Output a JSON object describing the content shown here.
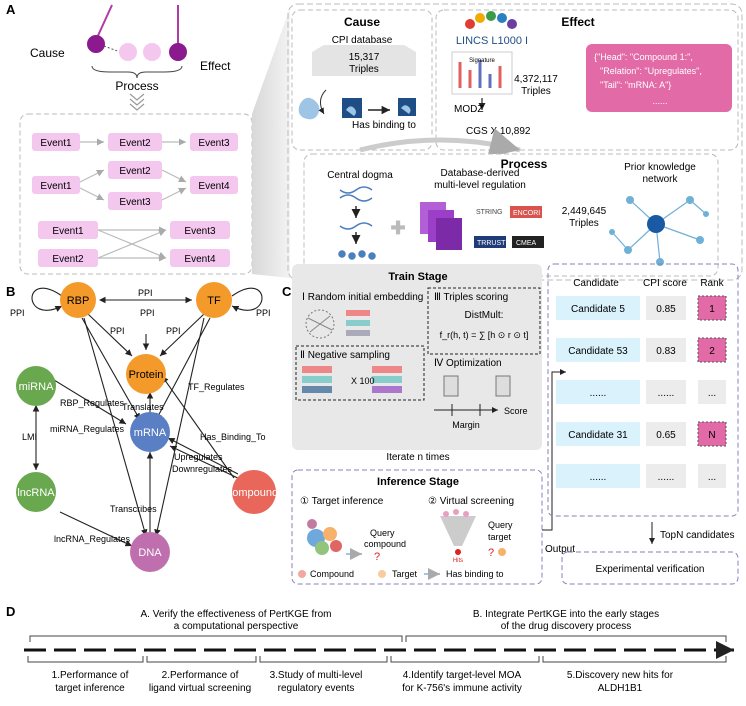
{
  "panel_labels": {
    "a": "A",
    "b": "B",
    "c": "C",
    "d": "D"
  },
  "panel_a": {
    "cause_label": "Cause",
    "effect_label": "Effect",
    "process_label": "Process",
    "events": {
      "e1": "Event1",
      "e2": "Event2",
      "e3": "Event3",
      "e4": "Event1",
      "e5": "Event2",
      "e6": "Event3",
      "e7": "Event4",
      "e8": "Event1",
      "e9": "Event2",
      "e10": "Event3",
      "e11": "Event4"
    },
    "cause_box": {
      "title": "Cause",
      "db": "CPI database",
      "count": "15,317",
      "triples": "Triples",
      "binding": "Has binding to"
    },
    "effect_box": {
      "title": "Effect",
      "lincs": "LINCS L1000 I",
      "count": "4,372,117",
      "triples": "Triples",
      "modz": "MODZ",
      "cgs": "CGS X 10,892",
      "signature": "Signature",
      "json_line1": "{\"Head\":   \"Compound 1:\",",
      "json_line2": "\"Relation\": \"Upregulates\",",
      "json_line3": "\"Tail\":   \"mRNA: A\"}",
      "json_line4": "......"
    },
    "process_box": {
      "title": "Process",
      "dogma": "Central dogma",
      "db_line1": "Database-derived",
      "db_line2": "multi-level regulation",
      "count": "2,449,645",
      "triples": "Triples",
      "network_line1": "Prior knowledge",
      "network_line2": "network",
      "logos": {
        "string": "STRING",
        "encori": "ENCORI",
        "trrust": "TRRUST",
        "cmea": "CMEA"
      }
    }
  },
  "panel_b": {
    "nodes": {
      "rbp": "RBP",
      "tf": "TF",
      "protein": "Protein",
      "mirna": "miRNA",
      "mrna": "mRNA",
      "lncrna": "lncRNA",
      "compounds": "Compounds",
      "dna": "DNA"
    },
    "edges": {
      "ppi_left": "PPI",
      "ppi_top": "PPI",
      "ppi_right": "PPI",
      "ppi_rp": "PPI",
      "ppi_mid": "PPI",
      "ppi_tp": "PPI",
      "rbp_reg": "RBP_Regulates",
      "mirna_reg": "miRNA_Regulates",
      "translates": "Translates",
      "tf_reg": "TF_Regulates",
      "binding": "Has_Binding_To",
      "upreg": "Upregulates",
      "downreg": "Downregulates",
      "lmi": "LMI",
      "transcribes": "Transcribes",
      "lnc_reg": "lncRNA_Regulates"
    },
    "colors": {
      "orange": "#f39a2b",
      "green": "#6aa84f",
      "blue": "#5b7fc4",
      "red": "#e8665a",
      "pink": "#c06fae"
    }
  },
  "panel_c": {
    "train": {
      "title": "Train Stage",
      "s1": "Ⅰ Random initial embedding",
      "s2": "Ⅱ Negative sampling",
      "s3": "Ⅲ Triples scoring",
      "s4": "Ⅳ Optimization",
      "distmult": "DistMult:",
      "formula": "f_r(h, t) = ∑ [h ⊙ r ⊙ t]",
      "x100": "X 100",
      "score": "Score",
      "margin": "Margin",
      "iterate": "Iterate n times"
    },
    "inference": {
      "title": "Inference Stage",
      "s1": "① Target inference",
      "s2": "② Virtual screening",
      "query_compound_1": "Query",
      "query_compound_2": "compound",
      "query_target_1": "Query",
      "query_target_2": "target",
      "hits": "Hits",
      "legend_compound": "Compound",
      "legend_target": "Target",
      "legend_binding": "Has binding to"
    },
    "table": {
      "headers": [
        "Candidate",
        "CPI score",
        "Rank"
      ],
      "rows": [
        [
          "Candidate 5",
          "0.85",
          "1"
        ],
        [
          "Candidate 53",
          "0.83",
          "2"
        ],
        [
          "......",
          "......",
          "..."
        ],
        [
          "Candidate 31",
          "0.65",
          "N"
        ],
        [
          "......",
          "......",
          "..."
        ]
      ]
    },
    "output": "Output",
    "topn": "TopN candidates",
    "verification": "Experimental verification"
  },
  "panel_d": {
    "a_line1": "A. Verify the effectiveness of PertKGE from",
    "a_line2": "a computational perspective",
    "b_line1": "B. Integrate PertKGE into the early stages",
    "b_line2": "of the drug discovery process",
    "steps": [
      {
        "l1": "1.Performance of",
        "l2": "target inference"
      },
      {
        "l1": "2.Performance of",
        "l2": "ligand virtual screening"
      },
      {
        "l1": "3.Study of multi-level",
        "l2": "regulatory events"
      },
      {
        "l1": "4.Identify target-level MOA",
        "l2": "for K-756's immune activity"
      },
      {
        "l1": "5.Discovery new hits for",
        "l2": "ALDH1B1"
      }
    ]
  }
}
